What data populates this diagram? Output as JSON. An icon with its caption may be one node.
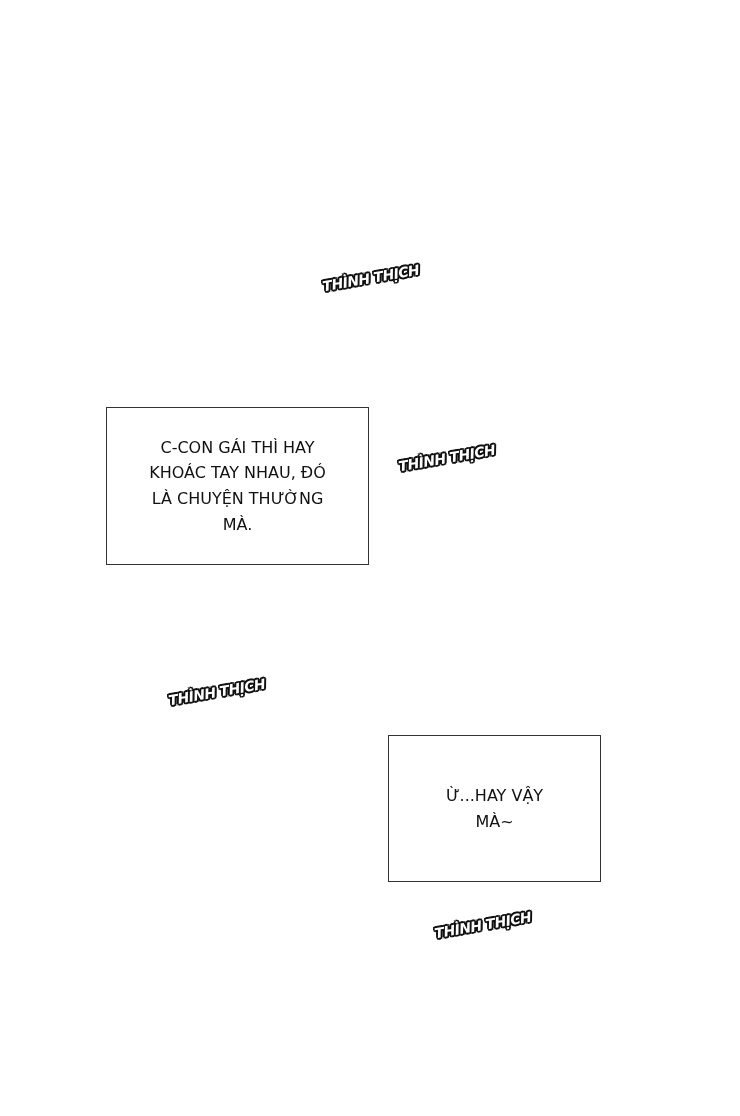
{
  "diagram": {
    "nodes": [
      {
        "text": [
          "C-CON GÁI THÌ HAY KHOÁC TAY NHAU, ĐÓ LÀ CHUYỆN THƯỜNG MÀ."
        ]
      },
      {
        "text": [
          "Ừ...HAY VẬY MÀ~"
        ]
      }
    ],
    "labels": [
      "THÌNH THỊCH",
      "THÌNH THỊCH",
      "THÌNH THỊCH",
      "THÌNH THỊCH"
    ]
  }
}
